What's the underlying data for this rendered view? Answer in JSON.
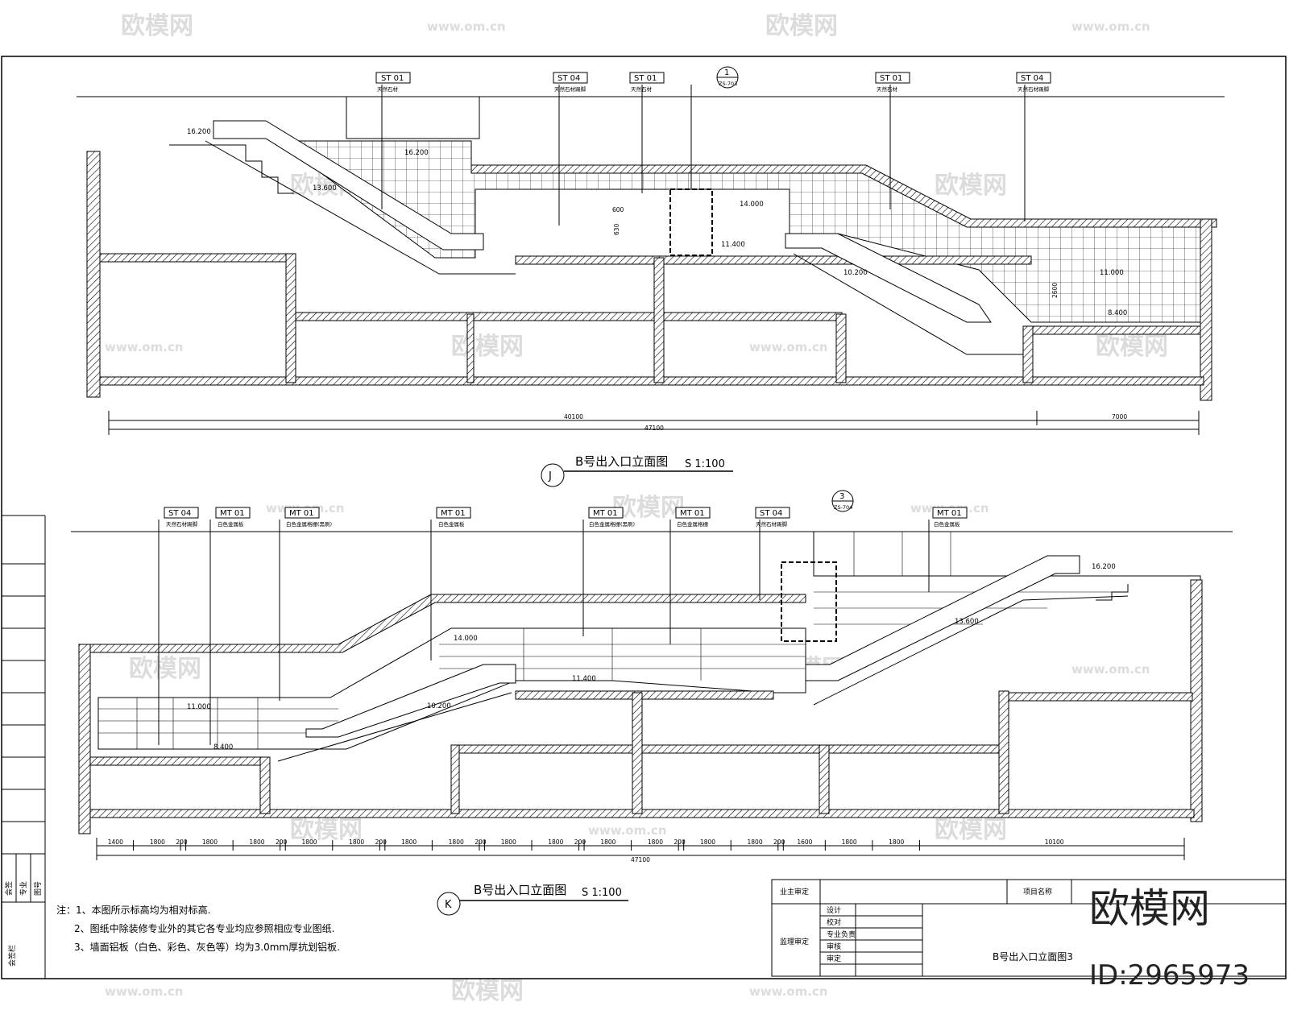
{
  "watermark": {
    "brand": "欧模网",
    "site": "www.om.cn"
  },
  "sheet_id": "ID:2965973",
  "drawing_top": {
    "title": "B号出入口立面图",
    "scale": "S 1:100",
    "label": "J",
    "tags": [
      {
        "code": "ST 01",
        "desc": "天然石材"
      },
      {
        "code": "ST 04",
        "desc": "天然石材踢脚"
      },
      {
        "code": "ST 01",
        "desc": "天然石材"
      },
      {
        "code": "ST 01",
        "desc": "天然石材"
      },
      {
        "code": "ST 04",
        "desc": "天然石材踢脚"
      }
    ],
    "detail_ref": {
      "number": "1",
      "sheet": "ZS-703"
    },
    "elevations": [
      "16.200",
      "16.200",
      "13.600",
      "14.000",
      "11.400",
      "10.200",
      "11.000",
      "8.400"
    ],
    "heights": [
      "600",
      "630",
      "2600"
    ],
    "dims": [
      "40100",
      "7000",
      "47100"
    ]
  },
  "drawing_bottom": {
    "title": "B号出入口立面图",
    "scale": "S 1:100",
    "label": "K",
    "tags": [
      {
        "code": "ST 04",
        "desc": "天然石材踢脚"
      },
      {
        "code": "MT 01",
        "desc": "白色金属板"
      },
      {
        "code": "MT 01",
        "desc": "白色金属格栅(黑刷)"
      },
      {
        "code": "MT 01",
        "desc": "白色金属板"
      },
      {
        "code": "MT 01",
        "desc": "白色金属格栅(黑刷)"
      },
      {
        "code": "MT 01",
        "desc": "白色金属格栅"
      },
      {
        "code": "ST 04",
        "desc": "天然石材踢脚"
      },
      {
        "code": "MT 01",
        "desc": "白色金属板"
      }
    ],
    "detail_ref": {
      "number": "3",
      "sheet": "ZS-704"
    },
    "elevations": [
      "16.200",
      "13.600",
      "14.000",
      "11.400",
      "11.000",
      "10.200",
      "8.400"
    ],
    "dims": [
      "1400",
      "1800",
      "200",
      "1800",
      "1800",
      "200",
      "1800",
      "1800",
      "200",
      "1800",
      "1800",
      "200",
      "1800",
      "1800",
      "200",
      "1800",
      "1800",
      "200",
      "1800",
      "1800",
      "200",
      "1600",
      "1800",
      "1800",
      "10100",
      "47100"
    ]
  },
  "notes": [
    "注：1、本图所示标高均为相对标高.",
    "2、图纸中除装修专业外的其它各专业均应参照相应专业图纸.",
    "3、墙面铝板（白色、彩色、灰色等）均为3.0mm厚抗划铝板."
  ],
  "title_block": {
    "project_label": "项目名称",
    "sheet_title": "B号出入口立面图3",
    "rows": [
      "设计",
      "校对",
      "专业负责",
      "审核",
      "审定"
    ],
    "left_labels": [
      "业主审定",
      "监理审定"
    ]
  },
  "side_strip": [
    "会签栏",
    "会签",
    "专业",
    "图号"
  ]
}
